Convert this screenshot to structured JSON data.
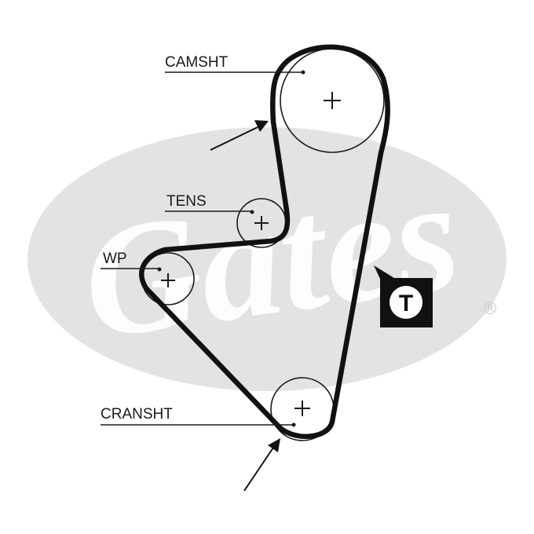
{
  "labels": {
    "camshaft": "CAMSHT",
    "tensioner": "TENS",
    "water_pump": "WP",
    "crankshaft": "CRANSHT"
  },
  "badge": {
    "letter": "T"
  },
  "watermark": {
    "brand": "Gates",
    "registered": "®"
  },
  "colors": {
    "belt": "#111111",
    "ink": "#1a1a1a",
    "watermark_fill": "#e3e3e3",
    "watermark_text": "#ffffff",
    "badge_bg": "#111111",
    "badge_fg": "#ffffff"
  }
}
